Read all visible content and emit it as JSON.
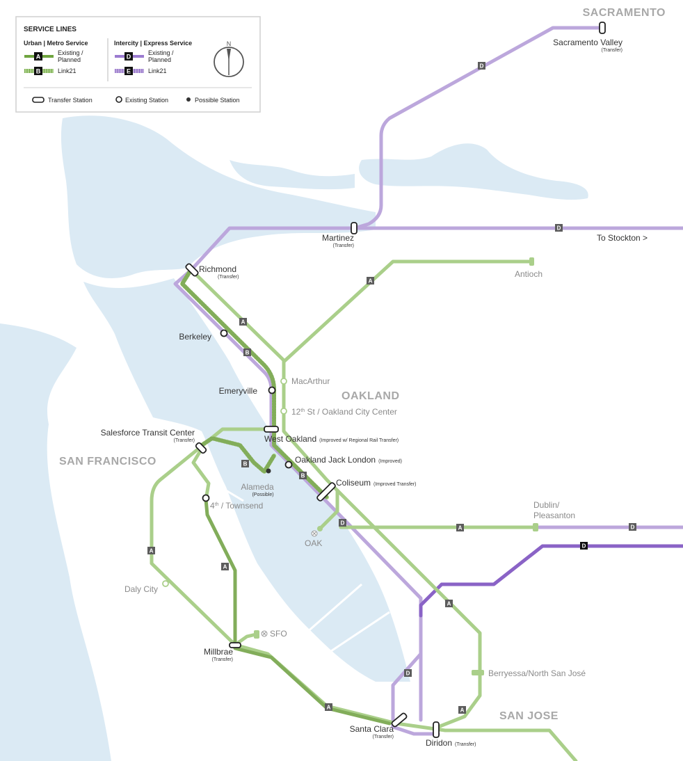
{
  "colors": {
    "water": "#dbeaf4",
    "urban_line": "#aacf8a",
    "urban_line_dark": "#82ad5a",
    "intercity_line": "#bca7dc",
    "intercity_line_dark": "#8a63c6",
    "badge": "#5c5c5c"
  },
  "legend": {
    "title": "SERVICE LINES",
    "urban_heading": "Urban | Metro Service",
    "intercity_heading": "Intercity | Express Service",
    "urban_existing_badge": "A",
    "urban_existing_label_1": "Existing /",
    "urban_existing_label_2": "Planned",
    "urban_link_badge": "B",
    "urban_link_label": "Link21",
    "intercity_existing_badge": "D",
    "intercity_existing_label_1": "Existing /",
    "intercity_existing_label_2": "Planned",
    "intercity_link_badge": "E",
    "intercity_link_label": "Link21",
    "north": "N",
    "transfer_station": "Transfer Station",
    "existing_station": "Existing Station",
    "possible_station": "Possible Station"
  },
  "regions": {
    "sacramento": "SACRAMENTO",
    "oakland": "OAKLAND",
    "san_francisco": "SAN FRANCISCO",
    "san_jose": "SAN JOSE"
  },
  "stations": {
    "sacramento_valley": "Sacramento Valley",
    "martinez": "Martinez",
    "richmond": "Richmond",
    "to_stockton": "To Stockton >",
    "antioch": "Antioch",
    "berkeley": "Berkeley",
    "macarthur": "MacArthur",
    "emeryville": "Emeryville",
    "twelfth_st_pre": "12",
    "twelfth_st_sup": "th",
    "twelfth_st_post": " St / Oakland City Center",
    "salesforce": "Salesforce Transit Center",
    "west_oakland": "West Oakland",
    "west_oakland_note": "(Improved w/ Regional Rail Transfer)",
    "jack_london": "Oakland Jack London",
    "jack_london_note": "(Improved)",
    "alameda": "Alameda",
    "alameda_note": "(Possible)",
    "coliseum": "Coliseum",
    "coliseum_note": "(Improved Transfer)",
    "fourth_pre": "4",
    "fourth_sup": "th",
    "fourth_post": " / Townsend",
    "oak": "OAK",
    "dublin_1": "Dublin/",
    "dublin_2": "Pleasanton",
    "daly_city": "Daly City",
    "sfo": "SFO",
    "millbrae": "Millbrae",
    "berryessa": "Berryessa/North San José",
    "santa_clara": "Santa Clara",
    "diridon": "Diridon",
    "transfer_note": "(Transfer)"
  },
  "badges": {
    "a": "A",
    "b": "B",
    "d": "D"
  }
}
